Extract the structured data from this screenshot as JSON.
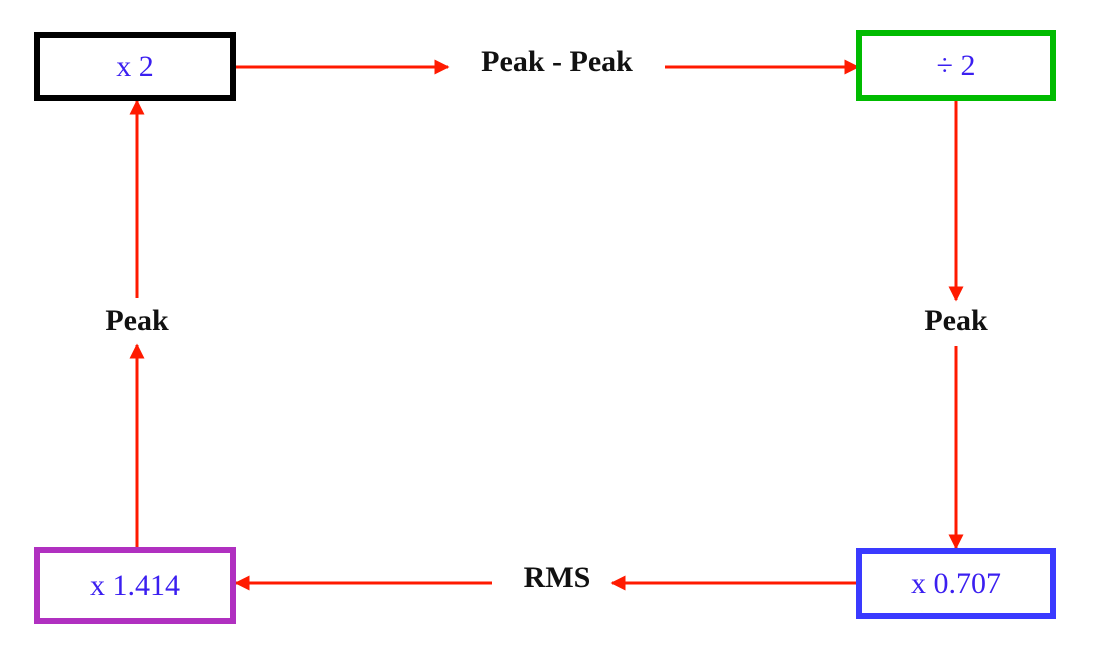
{
  "colors": {
    "arrow": "#ff1a00",
    "text": "#3b1ff0",
    "box_times2": "#000000",
    "box_div2": "#00bb00",
    "box_x0707": "#3a3aff",
    "box_x1414": "#b030c0"
  },
  "boxes": {
    "times2": "x 2",
    "div2": "÷ 2",
    "x0707": "x 0.707",
    "x1414": "x 1.414"
  },
  "labels": {
    "peak_peak": "Peak - Peak",
    "peak_right": "Peak",
    "peak_left": "Peak",
    "rms": "RMS"
  }
}
